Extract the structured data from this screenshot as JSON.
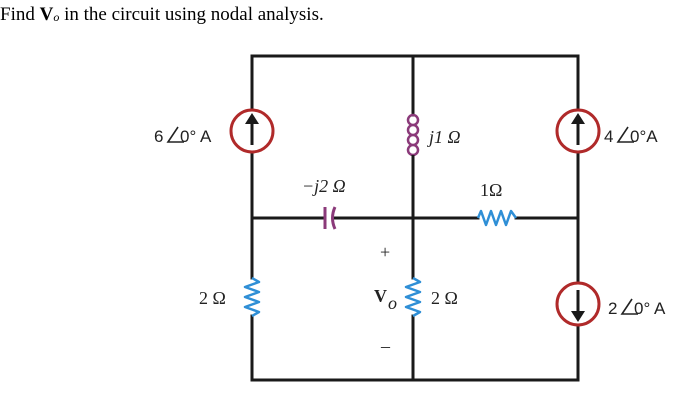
{
  "question": {
    "prefix": "Find ",
    "var_main": "V",
    "var_sub": "o",
    "suffix": " in the circuit using nodal analysis."
  },
  "components": {
    "source_left": {
      "magnitude": "6",
      "angle": "0° A"
    },
    "source_right_top": {
      "magnitude": "4",
      "angle": "0°A"
    },
    "source_right_bottom": {
      "magnitude": "2",
      "angle": "0° A"
    },
    "inductor": {
      "label": "j1 Ω"
    },
    "capacitor": {
      "label": "−j2 Ω"
    },
    "resistor_middle_right": {
      "label": "1Ω"
    },
    "resistor_left": {
      "label": "2 Ω"
    },
    "resistor_center": {
      "label": "2 Ω"
    },
    "output": {
      "plus": "+",
      "minus": "–",
      "var_main": "V",
      "var_sub": "o"
    }
  },
  "colors": {
    "wire": "#1a1a1a",
    "source_ring": "#b02a2a",
    "resistor": "#2f8fd6",
    "inductor": "#8b3a7a",
    "capacitor": "#8b3a7a",
    "text": "#222222"
  }
}
